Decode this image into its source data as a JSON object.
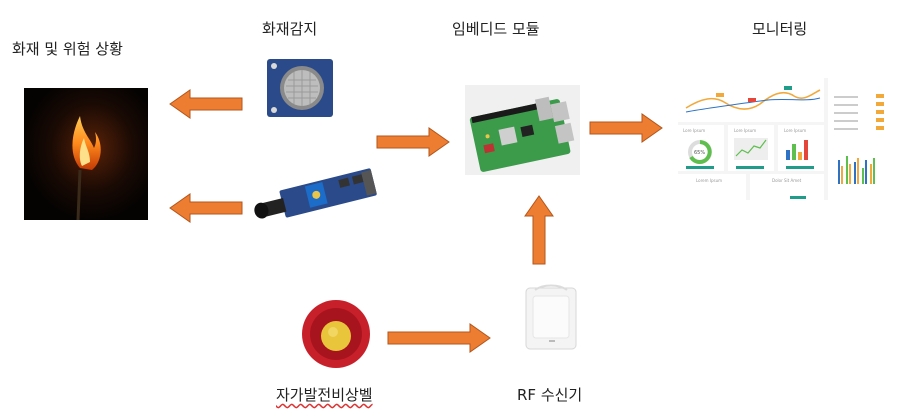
{
  "labels": {
    "fire": "화재 및 위험 상황",
    "detect": "화재감지",
    "module": "임베디드 모듈",
    "monitor": "모니터링",
    "bell": "자가발전비상벨",
    "rf": "RF 수신기"
  },
  "dashboard": {
    "panel1": "Lore Ipsum",
    "panel2": "Lore Ipsum",
    "panel3": "Lore Ipsum",
    "bottom1": "Lorem Ipsum",
    "bottom2": "Dolor Sit Amet",
    "percent": "65%"
  },
  "colors": {
    "arrow": "#ed7d31",
    "arrow_stroke": "#b4561c",
    "dash_teal": "#1f9c8a",
    "dash_green": "#5fbf4e",
    "dash_orange": "#f2a93b",
    "dash_red": "#e5463c"
  }
}
